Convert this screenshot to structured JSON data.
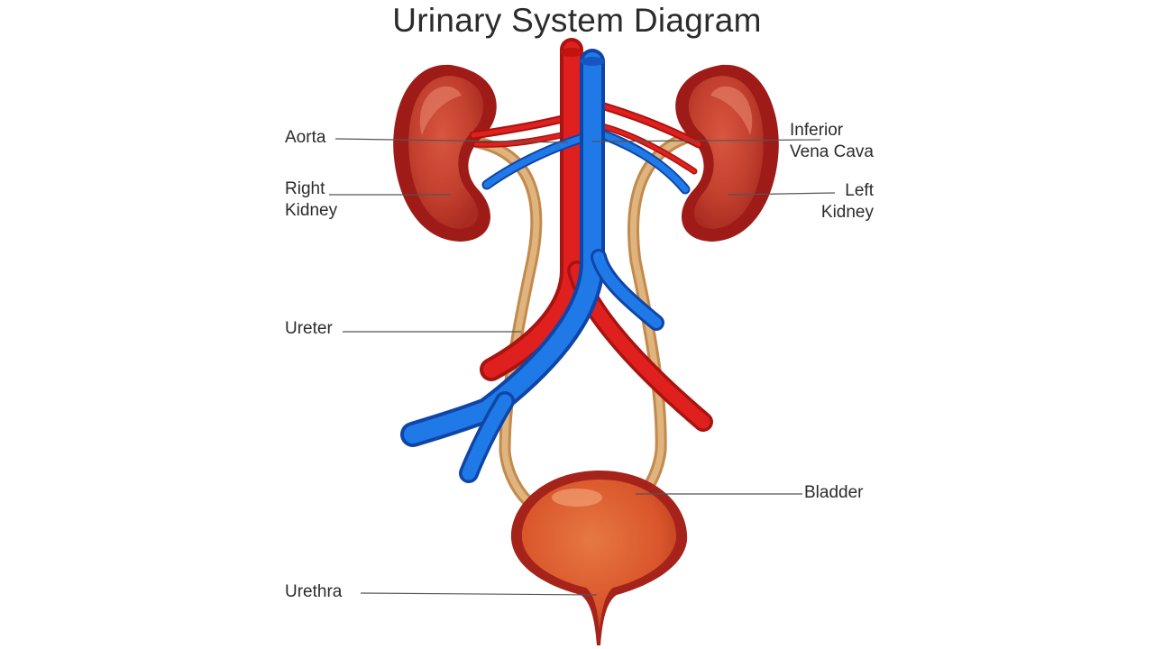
{
  "title": "Urinary System Diagram",
  "labels": {
    "aorta": "Aorta",
    "right_kidney": [
      "Right",
      "Kidney"
    ],
    "ureter": "Ureter",
    "urethra": "Urethra",
    "inferior_vena_cava": [
      "Inferior",
      "Vena Cava"
    ],
    "left_kidney": [
      "Left",
      "Kidney"
    ],
    "bladder": "Bladder"
  },
  "colors": {
    "kidney_outer": "#9e1b17",
    "kidney_inner": "#c2402e",
    "kidney_highlight": "#e0735a",
    "artery": "#e0201e",
    "vein": "#1f6fe0",
    "ureter": "#d6a56a",
    "bladder_outer": "#a5231a",
    "bladder_inner": "#d9552b",
    "leader_line": "#555555"
  }
}
